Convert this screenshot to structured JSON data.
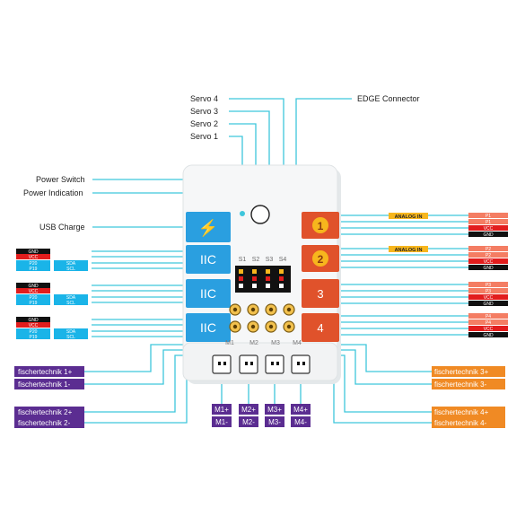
{
  "callouts": {
    "servo4": "Servo 4",
    "servo3": "Servo 3",
    "servo2": "Servo 2",
    "servo1": "Servo 1",
    "edge": "EDGE Connector",
    "power_switch": "Power Switch",
    "power_indication": "Power Indication",
    "usb_charge": "USB Charge"
  },
  "board": {
    "iic_label": "IIC",
    "servo_pins": [
      "S1",
      "S2",
      "S3",
      "S4"
    ],
    "motor_ports": [
      "M1",
      "M2",
      "M3",
      "M4"
    ],
    "analog_ports": [
      "1",
      "2",
      "3",
      "4"
    ]
  },
  "iic_pins": {
    "left": [
      "GND",
      "VCC",
      "P20",
      "P19"
    ],
    "right": [
      "",
      "",
      "SDA",
      "SCL"
    ]
  },
  "analog_in_label": "ANALOG IN",
  "analog_pins": [
    [
      "P1",
      "P1",
      "VCC",
      "GND"
    ],
    [
      "P2",
      "P2",
      "VCC",
      "GND"
    ],
    [
      "P3",
      "P3",
      "VCC",
      "GND"
    ],
    [
      "P4",
      "P4",
      "VCC",
      "GND"
    ]
  ],
  "motor_labels": {
    "plus": [
      "M1+",
      "M2+",
      "M3+",
      "M4+"
    ],
    "minus": [
      "M1-",
      "M2-",
      "M3-",
      "M4-"
    ]
  },
  "fischertechnik": {
    "left": [
      "fischertechnik 1+",
      "fischertechnik 1-",
      "fischertechnik 2+",
      "fischertechnik 2-"
    ],
    "right": [
      "fischertechnik 3+",
      "fischertechnik 3-",
      "fischertechnik 4+",
      "fischertechnik 4-"
    ]
  },
  "colors": {
    "line": "#3ec6dc",
    "iic_blue": "#2a9fe0",
    "analog_orange": "#e0522b",
    "analog_yellow": "#f7b61d",
    "purple": "#5b2d91",
    "orange_label": "#f08a24",
    "pin_black": "#111111",
    "pin_red": "#e21d1d",
    "pin_cyan": "#1ab4e8",
    "salmon": "#f47d63"
  }
}
